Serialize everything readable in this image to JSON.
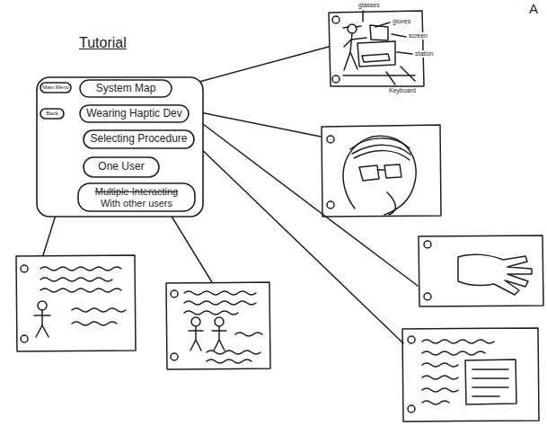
{
  "diagram": {
    "nodes": [
      {
        "text": [
          "Tutorial"
        ]
      },
      {
        "text": [
          "Main Menu"
        ],
        "in": 0
      },
      {
        "text": [
          "System Map"
        ],
        "in": 0
      },
      {
        "text": [
          "Back"
        ],
        "in": 0
      },
      {
        "text": [
          "Wearing Haptic Dev"
        ],
        "in": 0
      },
      {
        "text": [
          "Selecting Procedure"
        ],
        "in": 0
      },
      {
        "text": [
          "One User"
        ],
        "in": 0
      },
      {
        "text": [
          "Multiple Interacting",
          "With other users"
        ],
        "in": 0
      }
    ],
    "labels": [
      "glasses",
      "gloves",
      "screen",
      "station",
      "Keyboard",
      "A"
    ]
  }
}
